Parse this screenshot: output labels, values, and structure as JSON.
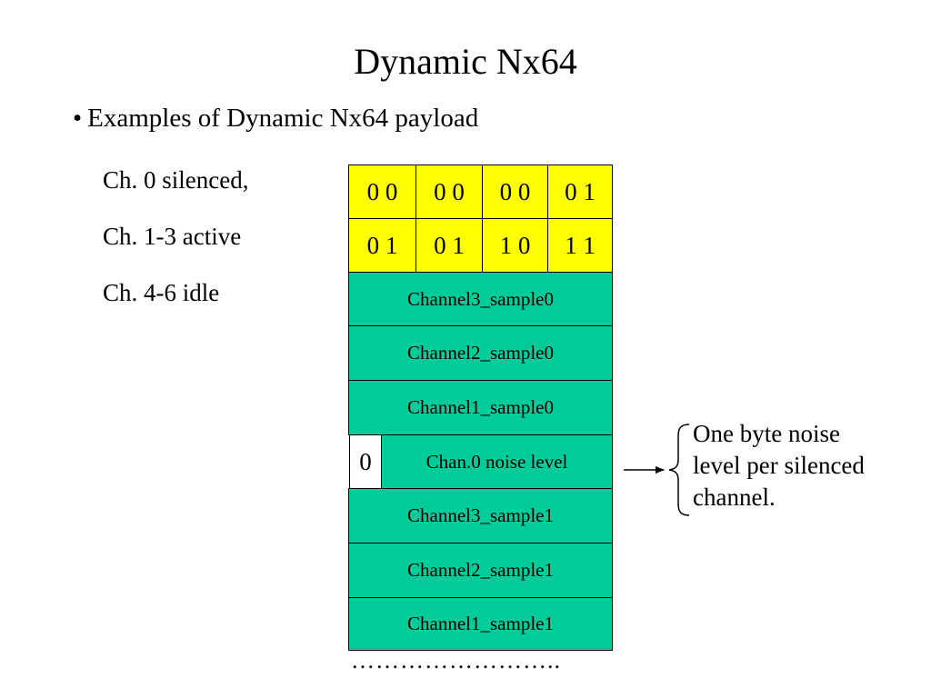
{
  "slide": {
    "title": "Dynamic Nx64",
    "bullet_marker": "•",
    "bullet": "Examples of Dynamic Nx64 payload",
    "description": [
      "Ch. 0 silenced,",
      "Ch. 1-3 active",
      "Ch. 4-6 idle"
    ]
  },
  "diagram": {
    "control_rows": [
      [
        "0 0",
        "0 0",
        "0 0",
        "0 1"
      ],
      [
        "0 1",
        "0 1",
        "1 0",
        "1 1"
      ]
    ],
    "samples_top": [
      "Channel3_sample0",
      "Channel2_sample0",
      "Channel1_sample0"
    ],
    "noise_row": {
      "marker": "0",
      "label": "Chan.0 noise level"
    },
    "samples_bottom": [
      "Channel3_sample1",
      "Channel2_sample1",
      "Channel1_sample1"
    ],
    "continuation": "……………………..",
    "annotation": [
      "One byte noise",
      "level per silenced",
      "channel."
    ]
  },
  "colors": {
    "control_fill": "#ffff00",
    "sample_fill": "#00cc99",
    "marker_fill": "#ffffff"
  }
}
